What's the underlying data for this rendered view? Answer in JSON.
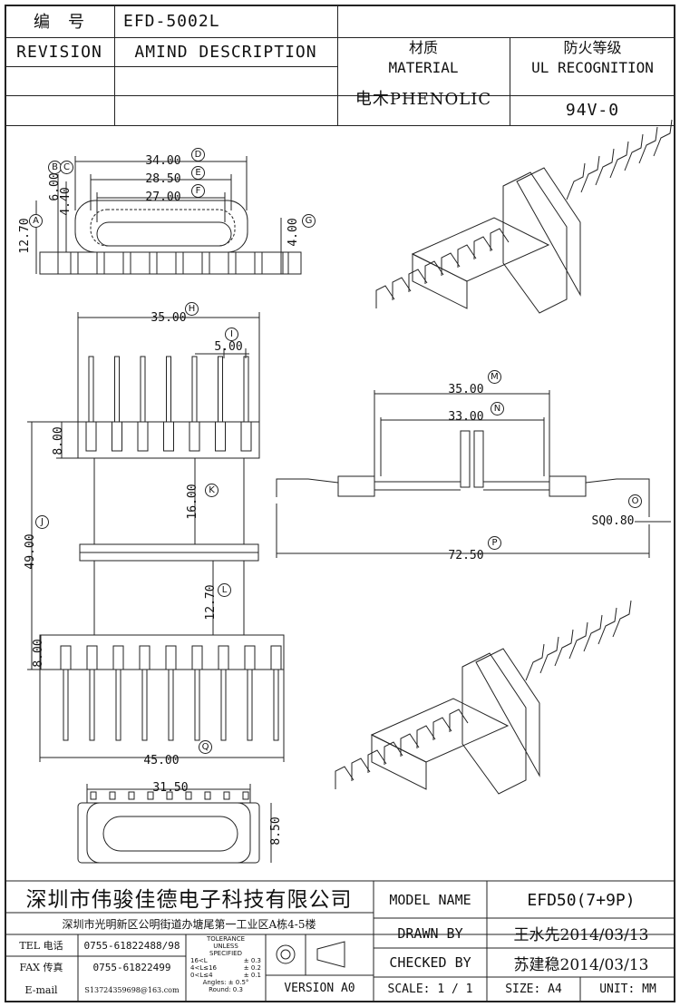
{
  "header": {
    "code_label": "编　号",
    "code_value": "EFD-5002L",
    "revision_label": "REVISION",
    "description_label": "AMIND DESCRIPTION",
    "material_cn": "材质",
    "material_en": "MATERIAL",
    "material_value": "电木PHENOLIC",
    "ul_cn": "防火等级",
    "ul_en": "UL RECOGNITION",
    "ul_value": "94V-0"
  },
  "dims": {
    "d3400": "34.00",
    "d2850": "28.50",
    "d2700": "27.00",
    "d600": "6.00",
    "d440": "4.40",
    "d1270a": "12.70",
    "d400": "4.00",
    "d3500a": "35.00",
    "d500": "5.00",
    "d800a": "8.00",
    "d1600": "16.00",
    "d4900": "49.00",
    "d1270b": "12.70",
    "d800b": "8.00",
    "d4500": "45.00",
    "d3150": "31.50",
    "d850": "8.50",
    "d3500b": "35.00",
    "d3300": "33.00",
    "sq": "SQ0.80",
    "d7250": "72.50"
  },
  "callouts": [
    "A",
    "B",
    "C",
    "D",
    "E",
    "F",
    "G",
    "H",
    "I",
    "J",
    "K",
    "L",
    "M",
    "N",
    "O",
    "P",
    "Q"
  ],
  "footer": {
    "company": "深圳市伟骏佳德电子科技有限公司",
    "address": "深圳市光明新区公明街道办塘尾第一工业区A栋4-5楼",
    "tel_label": "TEL 电话",
    "tel_value": "0755-61822488/98",
    "fax_label": "FAX 传真",
    "fax_value": "0755-61822499",
    "email_label": "E-mail",
    "email_value": "S13724359698@163.com",
    "tol_title1": "TOLERANCE",
    "tol_title2": "UNLESS",
    "tol_title3": "SPECIFIED",
    "tol_r1a": "16<L",
    "tol_r1b": "± 0.3",
    "tol_r2a": "4<L≤16",
    "tol_r2b": "± 0.2",
    "tol_r3a": "0<L≤4",
    "tol_r3b": "± 0.1",
    "tol_r4": "Angles: ± 0.5°",
    "tol_r5": "Round: 0.3",
    "version": "VERSION A0",
    "model_label": "MODEL NAME",
    "model_value": "EFD50(7+9P)",
    "drawn_label": "DRAWN BY",
    "drawn_value": "王水先2014/03/13",
    "checked_label": "CHECKED BY",
    "checked_value": "苏建稳2014/03/13",
    "scale_label": "SCALE: 1 / 1",
    "size_label": "SIZE: A4",
    "unit_label": "UNIT: MM"
  }
}
